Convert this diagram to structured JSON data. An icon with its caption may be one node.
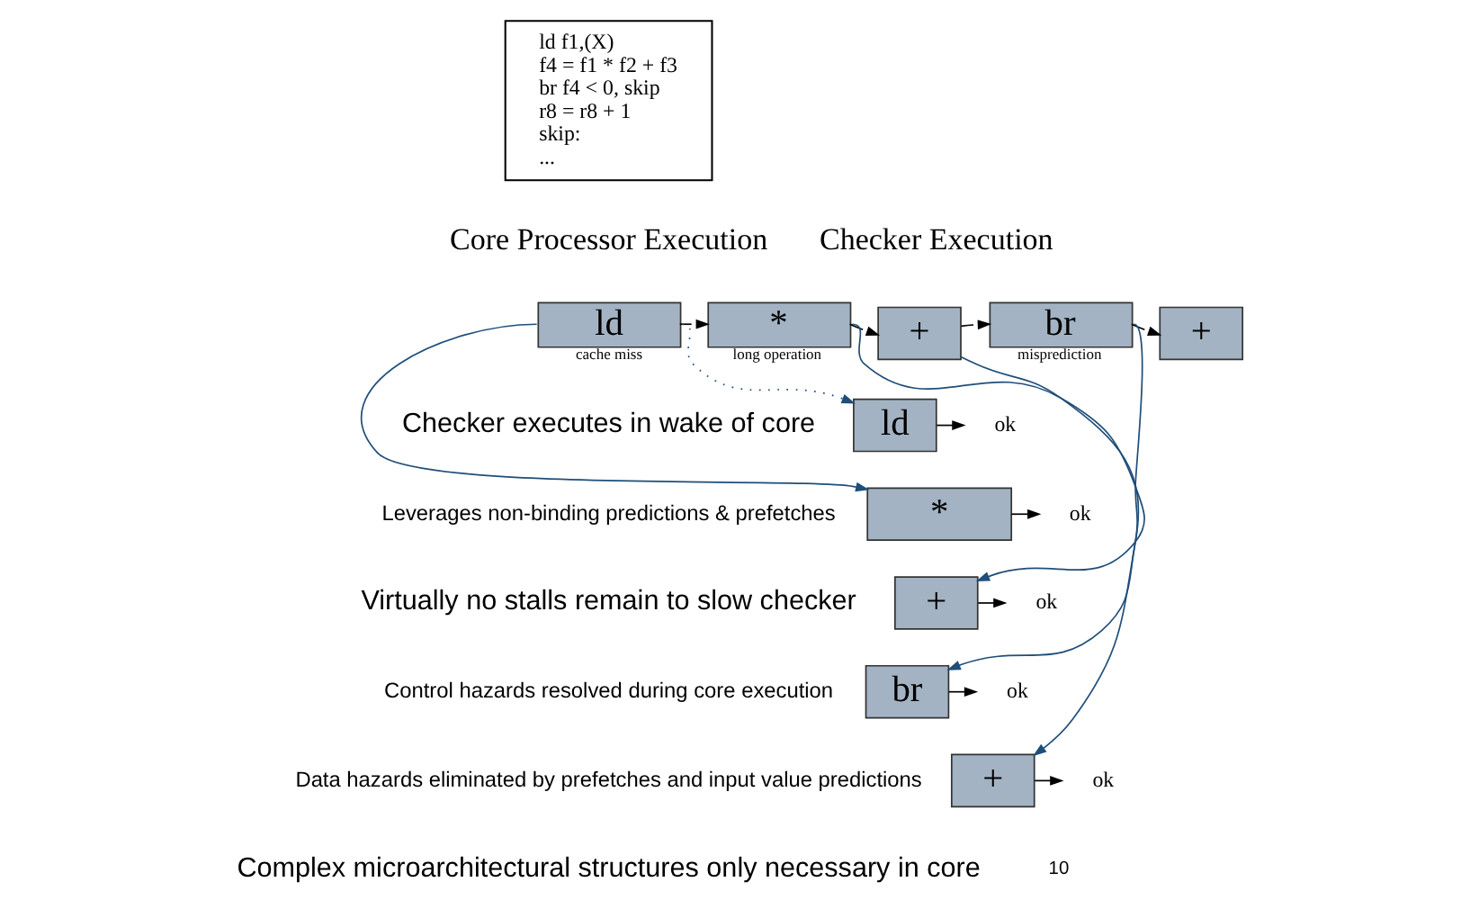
{
  "diagram": {
    "nodes": [
      {
        "text": [
          "ld f1,(X)",
          "f4 = f1 * f2 + f3",
          "br f4 < 0, skip",
          "r8 = r8 + 1",
          "skip:",
          "..."
        ]
      },
      {
        "text": [
          "ld"
        ],
        "beside": [
          "cache miss"
        ]
      },
      {
        "text": [
          "*"
        ],
        "beside": [
          "long operation"
        ]
      },
      {
        "text": [
          "+"
        ]
      },
      {
        "text": [
          "br"
        ],
        "beside": [
          "misprediction"
        ]
      },
      {
        "text": [
          "+"
        ]
      },
      {
        "text": [
          "ld"
        ]
      },
      {
        "text": [
          "*"
        ]
      },
      {
        "text": [
          "+"
        ]
      },
      {
        "text": [
          "br"
        ]
      },
      {
        "text": [
          "+"
        ]
      },
      {
        "text": [
          "ok"
        ]
      },
      {
        "text": [
          "ok"
        ]
      },
      {
        "text": [
          "ok"
        ]
      },
      {
        "text": [
          "ok"
        ]
      },
      {
        "text": [
          "ok"
        ]
      }
    ],
    "edges": [
      {
        "from": 1,
        "to": 2,
        "arrow": "to"
      },
      {
        "from": 2,
        "to": 3,
        "arrow": "to"
      },
      {
        "from": 3,
        "to": 4,
        "arrow": "to"
      },
      {
        "from": 4,
        "to": 5,
        "arrow": "to"
      },
      {
        "from": 1,
        "to": 6,
        "arrow": "to",
        "style": "dashed",
        "color": "#1f4e79"
      },
      {
        "from": 1,
        "to": 7,
        "arrow": "to",
        "color": "#1f4e79"
      },
      {
        "from": 2,
        "to": 8,
        "arrow": "to",
        "color": "#1f4e79"
      },
      {
        "from": 3,
        "to": 9,
        "arrow": "to",
        "color": "#1f4e79"
      },
      {
        "from": 4,
        "to": 10,
        "arrow": "to",
        "color": "#1f4e79"
      },
      {
        "from": 6,
        "to": 11,
        "arrow": "to"
      },
      {
        "from": 7,
        "to": 12,
        "arrow": "to"
      },
      {
        "from": 8,
        "to": 13,
        "arrow": "to"
      },
      {
        "from": 9,
        "to": 14,
        "arrow": "to"
      },
      {
        "from": 10,
        "to": 15,
        "arrow": "to"
      }
    ],
    "labels": [
      "Core Processor Execution",
      "Checker Execution",
      "Checker executes in wake of core",
      "Leverages non-binding predictions & prefetches",
      "Virtually no stalls remain to slow checker",
      "Control hazards resolved during core execution",
      "Data hazards eliminated by prefetches and input value predictions",
      "Complex microarchitectural structures only necessary in core",
      "10"
    ]
  }
}
